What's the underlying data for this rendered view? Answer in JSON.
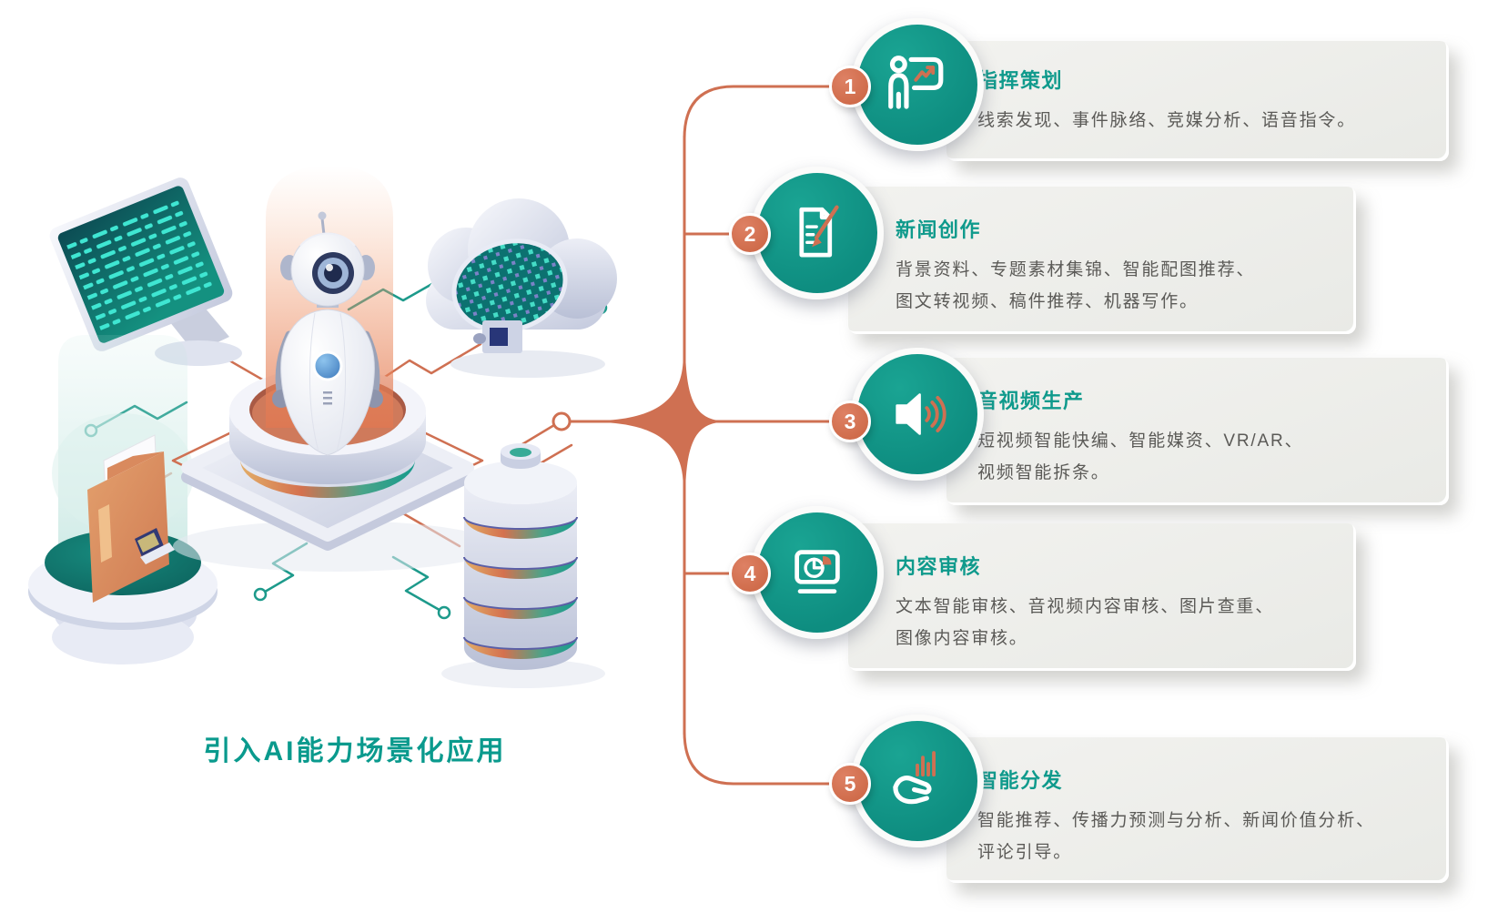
{
  "illustration": {
    "caption": "引入AI能力场景化应用",
    "elements": [
      "monitor-code-screen",
      "ai-robot-on-pedestal",
      "data-cloud",
      "archive-folder",
      "database-stack",
      "circuit-lines"
    ]
  },
  "colors": {
    "teal": "#12998b",
    "orange": "#cf7052",
    "card_background": "#ededea",
    "heading_text": "#0f9a8c",
    "body_text": "#5b5a57"
  },
  "features": [
    {
      "number": "1",
      "title": "指挥策划",
      "icon": "presenter-chart-icon",
      "description_lines": [
        "线索发现、事件脉络、竞媒分析、语音指令。"
      ]
    },
    {
      "number": "2",
      "title": "新闻创作",
      "icon": "document-pencil-icon",
      "description_lines": [
        "背景资料、专题素材集锦、智能配图推荐、",
        "图文转视频、稿件推荐、机器写作。"
      ]
    },
    {
      "number": "3",
      "title": "音视频生产",
      "icon": "speaker-icon",
      "description_lines": [
        "短视频智能快编、智能媒资、VR/AR、",
        "视频智能拆条。"
      ]
    },
    {
      "number": "4",
      "title": "内容审核",
      "icon": "laptop-pie-icon",
      "description_lines": [
        "文本智能审核、音视频内容审核、图片查重、",
        "图像内容审核。"
      ]
    },
    {
      "number": "5",
      "title": "智能分发",
      "icon": "hand-bars-icon",
      "description_lines": [
        "智能推荐、传播力预测与分析、新闻价值分析、",
        "评论引导。"
      ]
    }
  ]
}
